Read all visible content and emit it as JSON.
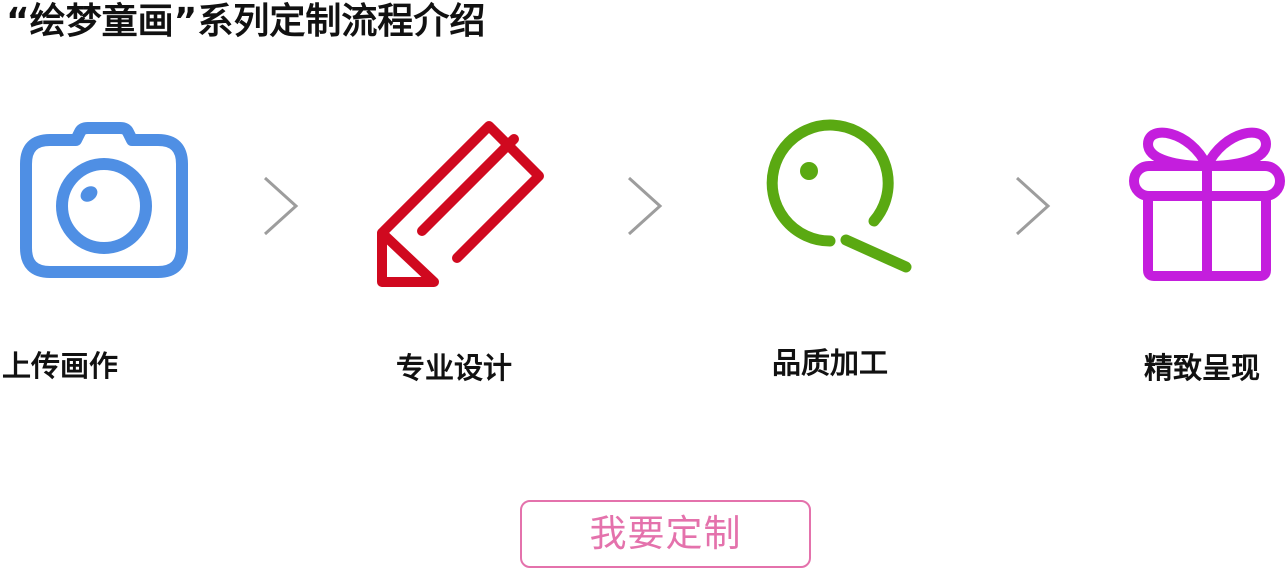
{
  "title": "“绘梦童画”系列定制流程介绍",
  "steps": [
    {
      "label": "上传画作",
      "icon": "camera-icon",
      "color": "#4f8fe4"
    },
    {
      "label": "专业设计",
      "icon": "pencil-icon",
      "color": "#d0091f"
    },
    {
      "label": "品质加工",
      "icon": "magnifier-icon",
      "color": "#5aa912"
    },
    {
      "label": "精致呈现",
      "icon": "gift-icon",
      "color": "#c41edd"
    }
  ],
  "arrow_color": "#9d9d9d",
  "cta": {
    "label": "我要定制",
    "color": "#e472ac"
  }
}
